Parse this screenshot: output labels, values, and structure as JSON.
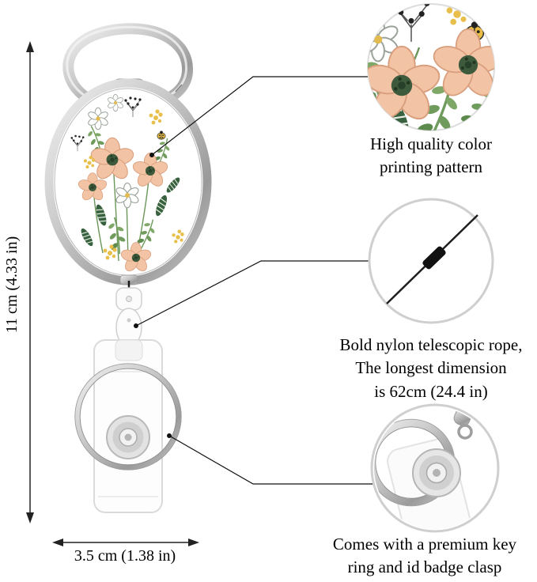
{
  "page": {
    "background": "#ffffff"
  },
  "dimensions": {
    "height_label": "11 cm (4.33 in)",
    "width_label": "3.5 cm (1.38 in)"
  },
  "callouts": [
    {
      "id": "pattern",
      "caption": "High quality color\nprinting pattern"
    },
    {
      "id": "rope",
      "caption": "Bold nylon telescopic rope,\nThe longest dimension\nis 62cm (24.4 in)"
    },
    {
      "id": "clasp",
      "caption": "Comes with a premium key\nring and id badge clasp"
    }
  ],
  "figure": {
    "components": [
      "carabiner-clip",
      "floral-print-badge-reel",
      "telescopic-nylon-rope",
      "key-ring",
      "id-badge-snap-clasp"
    ]
  },
  "colors": {
    "flower_peach": "#f2c3a4",
    "flower_center_green": "#3e5a3c",
    "leaf_green": "#6f9b5c",
    "accent_yellow": "#e8bf4b",
    "metal_gray": "#c9c9c9",
    "line_black": "#111111",
    "circle_border_gray": "#cfcfcf"
  }
}
